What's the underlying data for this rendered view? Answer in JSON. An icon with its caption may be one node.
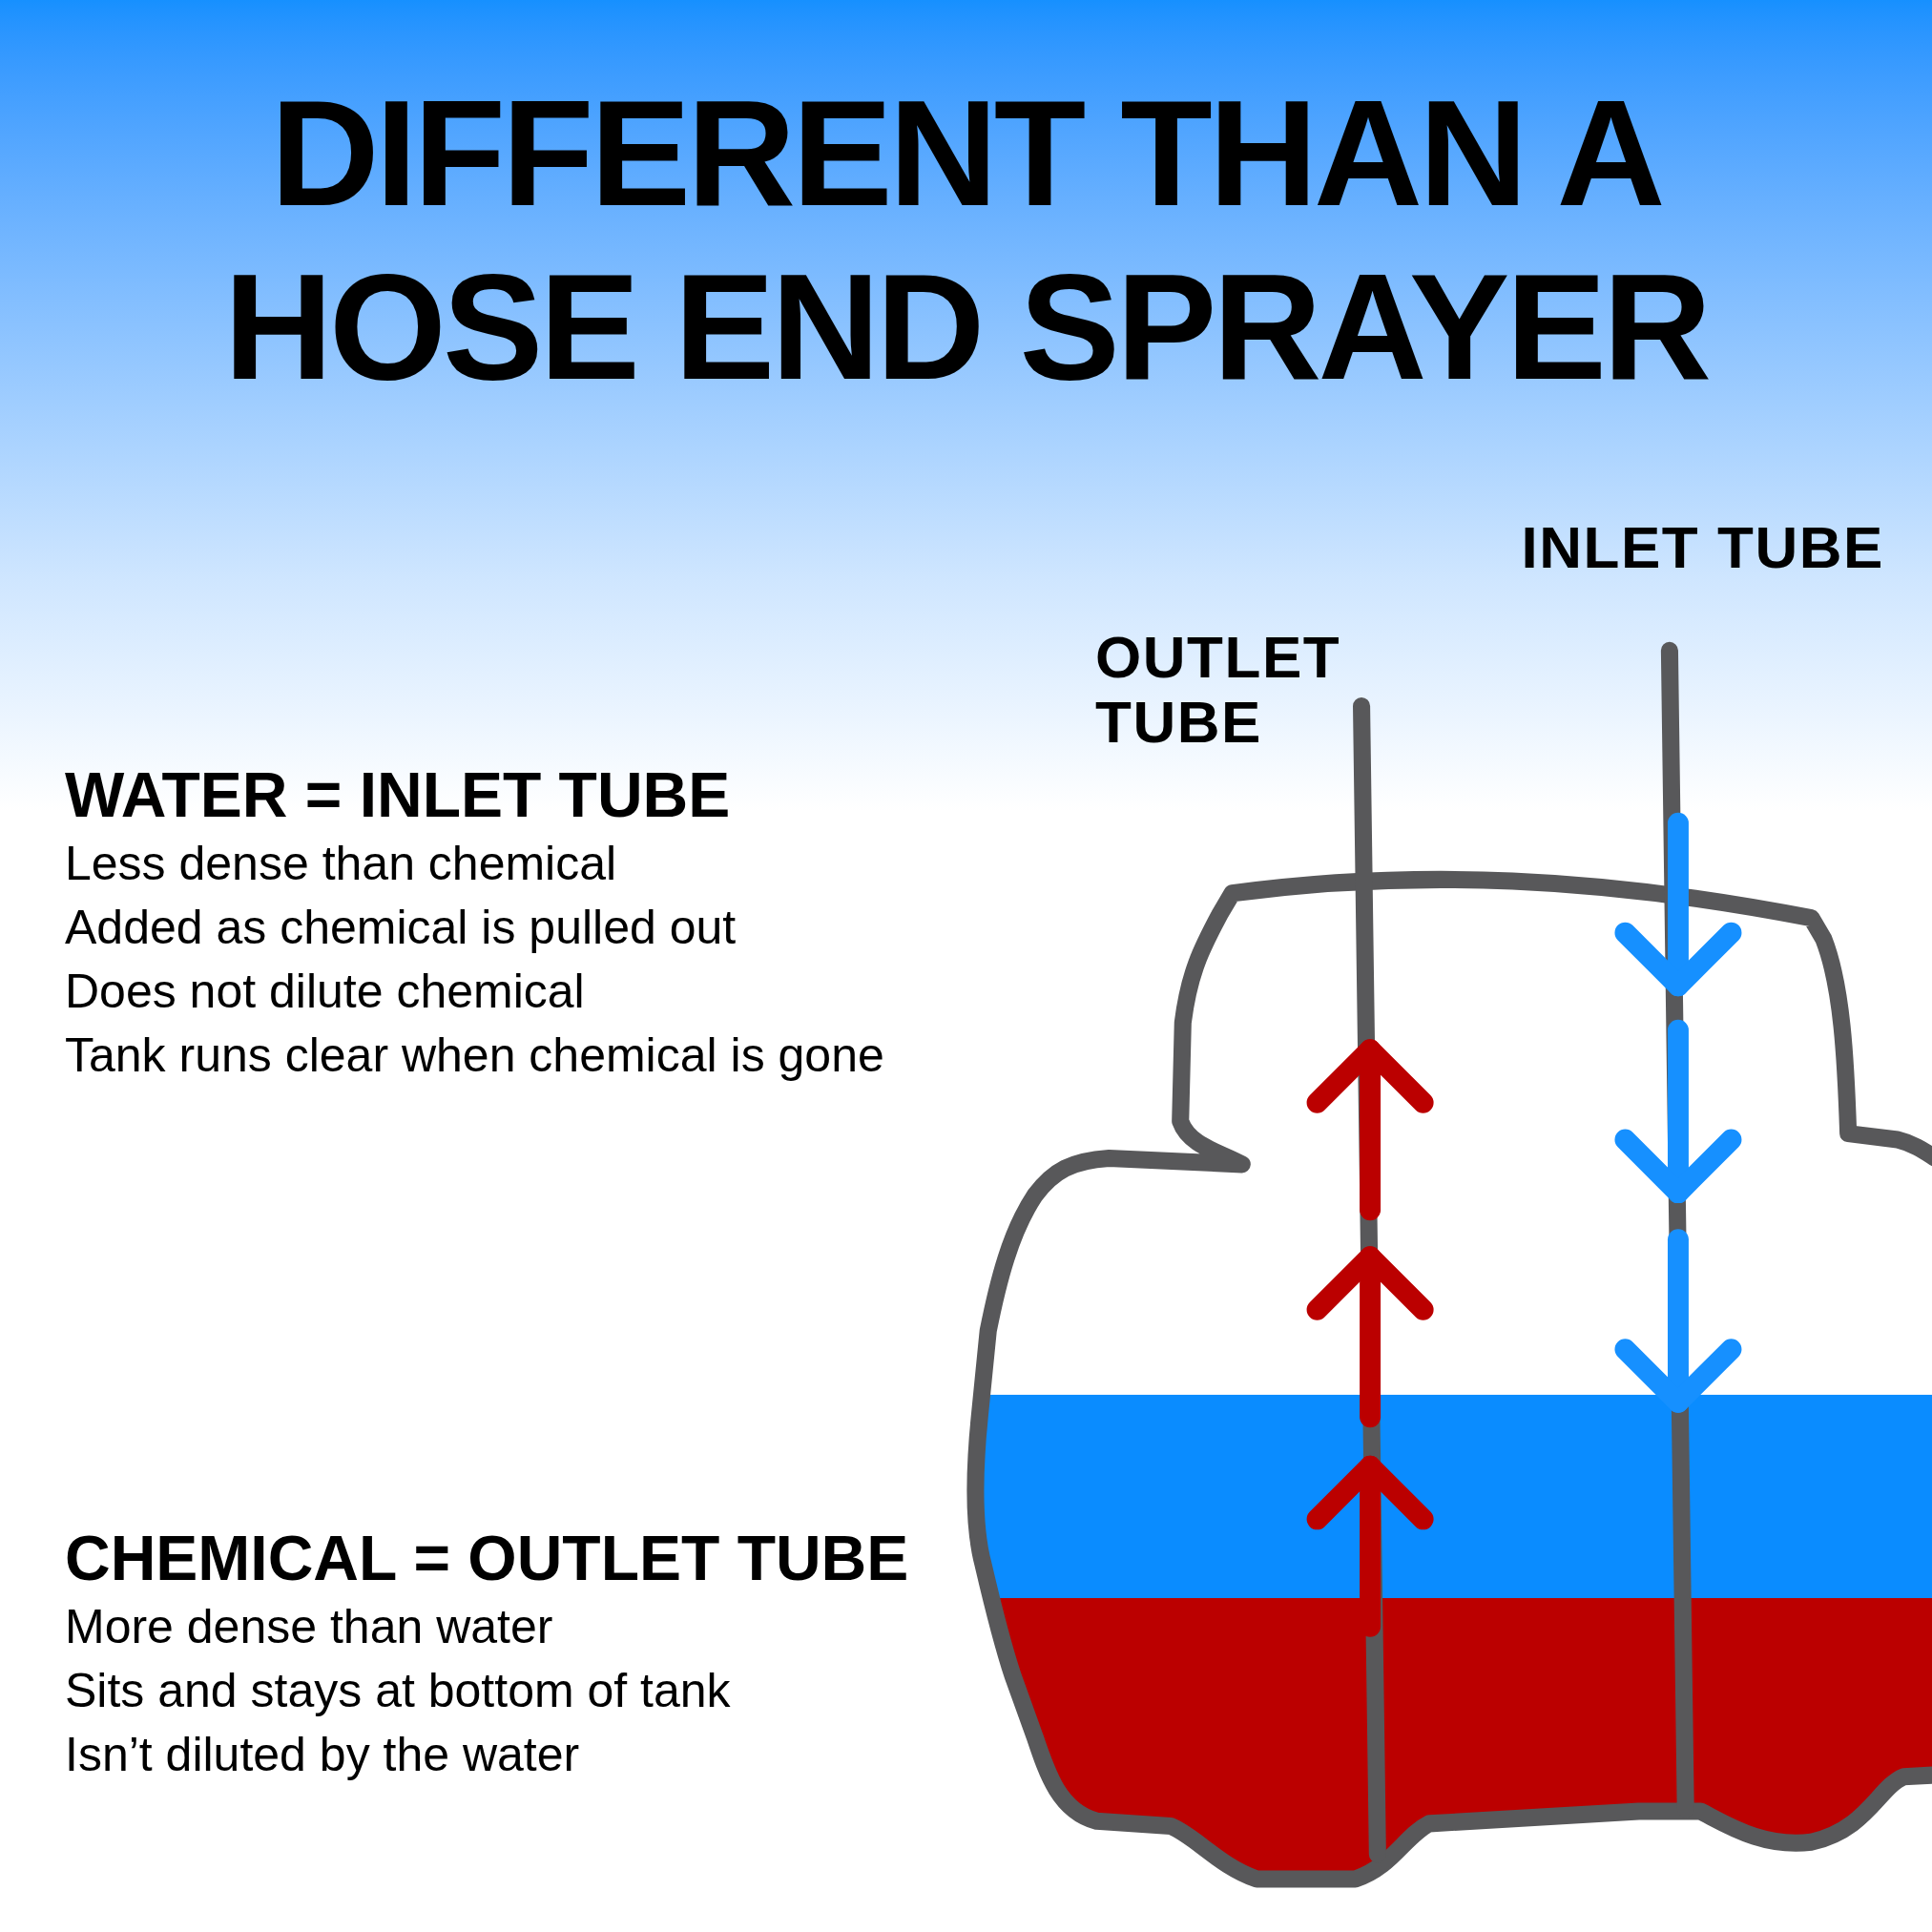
{
  "diagram": {
    "title": "DIFFERENT THAN A HOSE END SPRAYER",
    "labels": [
      "INLET TUBE",
      "OUTLET TUBE",
      "WATER = INLET TUBE",
      "Less dense than chemical",
      "Added as chemical is pulled out",
      "Does not dilute chemical",
      "Tank runs clear when chemical is gone",
      "CHEMICAL = OUTLET TUBE",
      "More dense than water",
      "Sits and stays at bottom of tank",
      "Isn’t diluted by the water"
    ]
  }
}
